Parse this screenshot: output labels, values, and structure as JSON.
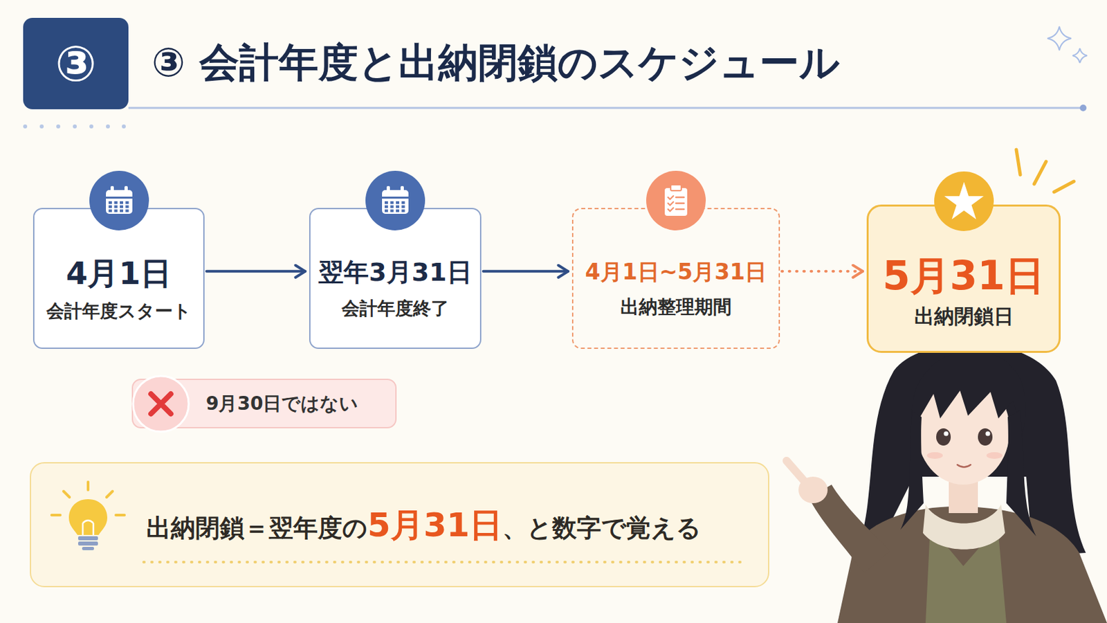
{
  "diagram": {
    "title": "③ 会計年度と出納閉鎖のスケジュール",
    "nodes": [
      {
        "text": [
          "4月1日",
          "会計年度スタート"
        ]
      },
      {
        "text": [
          "翌年3月31日",
          "会計年度終了"
        ]
      },
      {
        "text": [
          "4月1日~5月31日",
          "出納整理期間"
        ]
      },
      {
        "text": [
          "5月31日",
          "出納閉鎖日"
        ]
      },
      {
        "text": [
          "9月30日ではない"
        ]
      },
      {
        "text": [
          "出納閉鎖＝翌年度の",
          "5月31日",
          "、と数字で覚える"
        ]
      }
    ],
    "edges": [
      {
        "from": 0,
        "to": 1,
        "arrow": "to"
      },
      {
        "from": 1,
        "to": 2,
        "arrow": "to"
      },
      {
        "from": 2,
        "to": 3,
        "arrow": "to"
      }
    ],
    "labels": [
      "③"
    ]
  }
}
